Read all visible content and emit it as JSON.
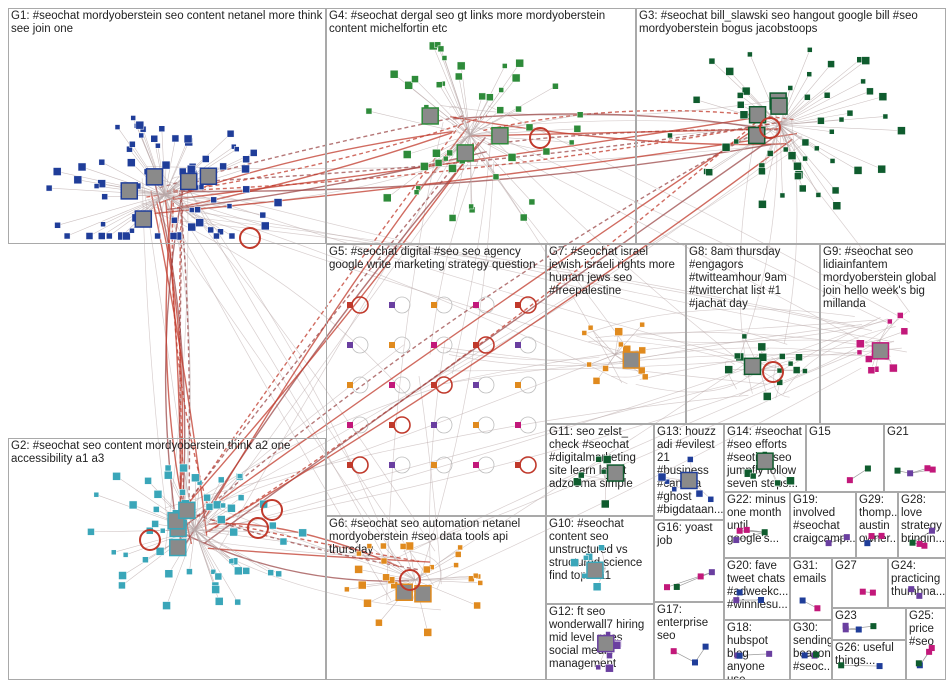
{
  "colors": {
    "edge_light": "#b8a8a8",
    "edge_strong": "#c0392b",
    "edge_mid": "#9c4a4a",
    "border": "#a9a9a9",
    "node_blue": "#1f3d99",
    "node_green": "#2e8b3a",
    "node_orange": "#e08a1e",
    "node_magenta": "#c2187a",
    "node_teal": "#3aa6b9",
    "node_darkgreen": "#0f5c2e",
    "node_purple": "#6a3fa0"
  },
  "groups": [
    {
      "id": "G1",
      "label": "G1: #seochat mordyoberstein seo content netanel more think see join one"
    },
    {
      "id": "G2",
      "label": "G2: #seochat seo content mordyoberstein think a2 one accessibility a1 a3"
    },
    {
      "id": "G3",
      "label": "G3: #seochat bill_slawski seo hangout google bill #seo mordyoberstein bogus jacobstoops"
    },
    {
      "id": "G4",
      "label": "G4: #seochat dergal seo gt links more mordyoberstein content michelfortin etc"
    },
    {
      "id": "G5",
      "label": "G5: #seochat digital #seo seo agency google write marketing strategy question"
    },
    {
      "id": "G6",
      "label": "G6: #seochat seo automation netanel mordyoberstein #seo data tools api thursday"
    },
    {
      "id": "G7",
      "label": "G7: #seochat israel jewish israeli rights more human jews seo #freepalestine"
    },
    {
      "id": "G8",
      "label": "G8: 8am thursday #engagors #twitteamhour 9am #twitterchat list #1 #jachat day"
    },
    {
      "id": "G9",
      "label": "G9: #seochat seo lidiainfantem mordyoberstein global join hello week's big millanda"
    },
    {
      "id": "G10",
      "label": "G10: #seochat content seo unstructured vs structured science find topic a1"
    },
    {
      "id": "G11",
      "label": "G11: seo zelst_ check #seochat #digitalmarketing site learn latest adzooma simple"
    },
    {
      "id": "G12",
      "label": "G12: ft seo wonderwall7 hiring mid level roles social media management"
    },
    {
      "id": "G13",
      "label": "G13: houzz adi #evilest 21 #business #canada #ghost #bigdataan..."
    },
    {
      "id": "G14",
      "label": "G14: #seochat #seo efforts #seotips seo jumpfly follow seven steps..."
    },
    {
      "id": "G15",
      "label": "G15"
    },
    {
      "id": "G16",
      "label": "G16: yoast job"
    },
    {
      "id": "G17",
      "label": "G17: enterprise seo"
    },
    {
      "id": "G18",
      "label": "G18: hubspot blog anyone use..."
    },
    {
      "id": "G19",
      "label": "G19: involved #seochat craigcamp..."
    },
    {
      "id": "G20",
      "label": "G20: fave tweet chats #adweekc... #winniesu..."
    },
    {
      "id": "G21",
      "label": "G21"
    },
    {
      "id": "G22",
      "label": "G22: minus one month until google's..."
    },
    {
      "id": "G23",
      "label": "G23"
    },
    {
      "id": "G24",
      "label": "G24: practicing thumbna..."
    },
    {
      "id": "G25",
      "label": "G25: price #seo"
    },
    {
      "id": "G26",
      "label": "G26: useful things..."
    },
    {
      "id": "G27",
      "label": "G27"
    },
    {
      "id": "G28",
      "label": "G28: love strategy bringin..."
    },
    {
      "id": "G29",
      "label": "G29: thomp... austin owner..."
    },
    {
      "id": "G30",
      "label": "G30: sending beacon #seoc..."
    },
    {
      "id": "G31",
      "label": "G31: emails"
    }
  ]
}
